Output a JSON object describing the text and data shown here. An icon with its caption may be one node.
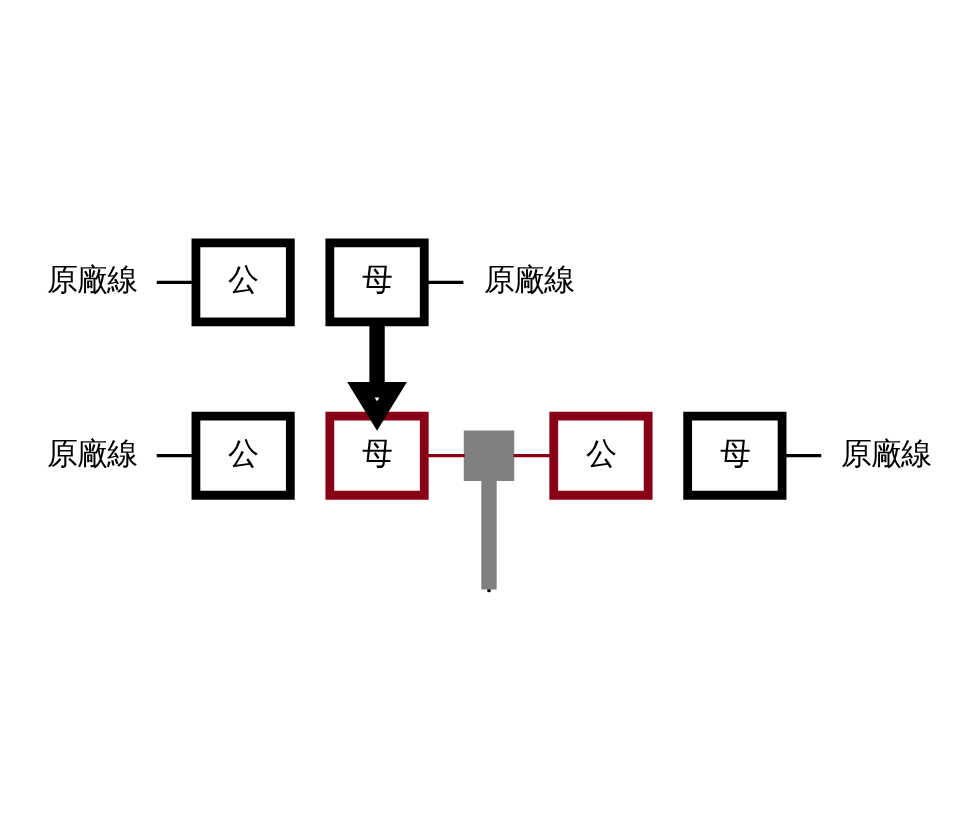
{
  "diagram": {
    "nodes": [
      {
        "text": [
          "原廠線"
        ]
      },
      {
        "text": [
          "公"
        ]
      },
      {
        "text": [
          "母"
        ]
      },
      {
        "text": [
          "原廠線"
        ]
      },
      {
        "text": [
          "原廠線"
        ]
      },
      {
        "text": [
          "公"
        ]
      },
      {
        "text": [
          "母"
        ]
      },
      {
        "text": [],
        "shape": "box"
      },
      {
        "text": [
          "公"
        ]
      },
      {
        "text": [
          "母"
        ]
      },
      {
        "text": [
          "原廠線"
        ]
      }
    ],
    "edges": [
      {
        "from": 0,
        "to": 1,
        "arrow": "none"
      },
      {
        "from": 2,
        "to": 3,
        "arrow": "none"
      },
      {
        "from": 2,
        "to": 6,
        "arrow": "to",
        "style": "thick"
      },
      {
        "from": 4,
        "to": 5,
        "arrow": "none"
      },
      {
        "from": 6,
        "to": 7,
        "arrow": "none",
        "color": "#880015"
      },
      {
        "from": 7,
        "to": 8,
        "arrow": "none",
        "color": "#880015"
      },
      {
        "from": 9,
        "to": 10,
        "arrow": "none"
      },
      {
        "from": 7,
        "to": null,
        "arrow": "none",
        "style": "thick",
        "color": "#808080"
      }
    ]
  }
}
